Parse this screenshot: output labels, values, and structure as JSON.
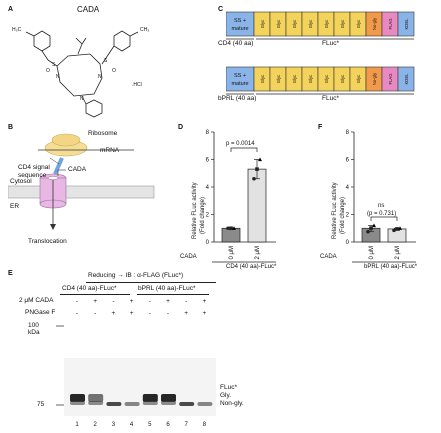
{
  "panels": {
    "a": "A",
    "b": "B",
    "c": "C",
    "d": "D",
    "e": "E",
    "f": "F"
  },
  "panel_a": {
    "title": "CADA",
    "me_left": "H₃C",
    "me_right": "CH₃",
    "hcl": ".HCl",
    "atoms": {
      "n": "N",
      "o": "O",
      "s": "S"
    }
  },
  "panel_b": {
    "ribosome": "Ribosome",
    "mrna": "mRNA",
    "signal_seq_line1": "CD4 signal",
    "signal_seq_line2": "sequence",
    "cada": "CADA",
    "cytosol": "Cytosol",
    "er": "ER",
    "translocation": "Translocation"
  },
  "panel_c": {
    "construct1_name": "CD4 (40 aa)",
    "construct2_name": "bPRL (40 aa)",
    "fluc_label": "FLuc*",
    "segments": {
      "ss_line1": "SS +",
      "ss_line2": "mature",
      "glyc": "Glyc",
      "noglyc": "No-gly",
      "flag": "FLAG",
      "kdel": "KDEL"
    },
    "colors": {
      "ss": "#8ab4e8",
      "glyc": "#f3d35b",
      "noglyc": "#f19a4b",
      "flag": "#e88ac2",
      "kdel": "#8ab4e8"
    }
  },
  "panel_d": {
    "ylabel_line1": "Relative FLuc activity",
    "ylabel_line2": "(Fold change)",
    "pvalue": "p = 0.0014",
    "cada_label": "CADA",
    "xtick1": "0 μM",
    "xtick2": "2 μM",
    "group_label": "CD4 (40 aa)-FLuc*"
  },
  "panel_f": {
    "ylabel_line1": "Relative FLuc activity",
    "ylabel_line2": "(Fold change)",
    "ns": "ns",
    "pvalue": "(p = 0.731)",
    "cada_label": "CADA",
    "xtick1": "0 μM",
    "xtick2": "2 μM",
    "group_label": "bPRL (40 aa)-FLuc*"
  },
  "panel_e": {
    "header": "Reducing → IB : α-FLAG (FLuc*)",
    "group1": "CD4 (40 aa)-FLuc*",
    "group2": "bPRL (40 aa)-FLuc*",
    "row1_label": "2 μM CADA",
    "row1_values": [
      "-",
      "+",
      "-",
      "+",
      "-",
      "+",
      "-",
      "+"
    ],
    "row2_label": "PNGase F",
    "row2_values": [
      "-",
      "-",
      "+",
      "+",
      "-",
      "-",
      "+",
      "+"
    ],
    "kda": "kDa",
    "marker100": "100",
    "marker75": "75",
    "fluc": "FLuc*",
    "gly": "Gly.",
    "nongly": "Non-gly.",
    "lanes": [
      "1",
      "2",
      "3",
      "4",
      "5",
      "6",
      "7",
      "8"
    ]
  },
  "chart_data": [
    {
      "type": "bar",
      "panel": "D",
      "categories": [
        "0 μM",
        "2 μM"
      ],
      "values": [
        1.0,
        5.3
      ],
      "points": [
        [
          1.0,
          1.0,
          1.0
        ],
        [
          4.6,
          5.3,
          6.0
        ]
      ],
      "ylabel": "Relative FLuc activity (Fold change)",
      "ylim": [
        0,
        8
      ],
      "yticks": [
        0,
        2,
        4,
        6,
        8
      ],
      "xlabel": "CD4 (40 aa)-FLuc*",
      "annotation": "p = 0.0014"
    },
    {
      "type": "bar",
      "panel": "F",
      "categories": [
        "0 μM",
        "2 μM"
      ],
      "values": [
        1.0,
        0.95
      ],
      "points": [
        [
          0.75,
          1.0,
          1.2
        ],
        [
          0.85,
          0.95,
          1.0
        ]
      ],
      "ylabel": "Relative FLuc activity (Fold change)",
      "ylim": [
        0,
        8
      ],
      "yticks": [
        0,
        2,
        4,
        6,
        8
      ],
      "xlabel": "bPRL (40 aa)-FLuc*",
      "annotation": "ns (p = 0.731)"
    }
  ]
}
